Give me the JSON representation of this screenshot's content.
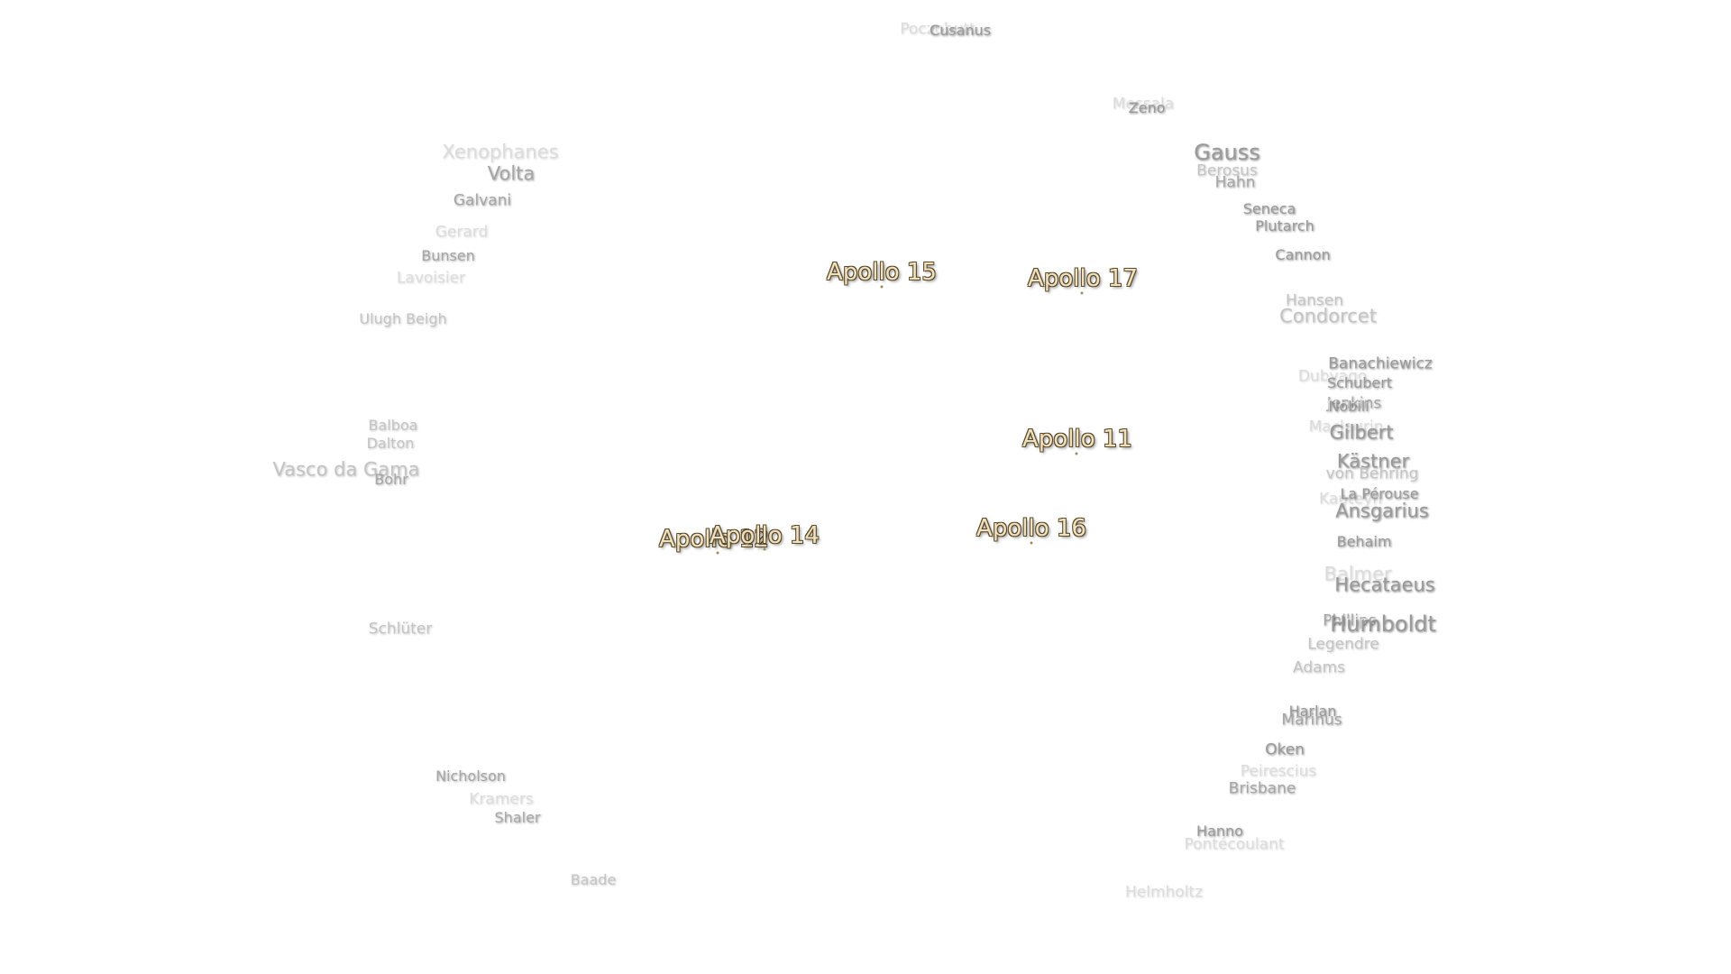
{
  "map": {
    "apollo_sites": [
      {
        "label": "Apollo 15"
      },
      {
        "label": "Apollo 17"
      },
      {
        "label": "Apollo 11"
      },
      {
        "label": "Apollo 16"
      },
      {
        "label": "Apollo 14"
      },
      {
        "label": "Apollo 12"
      }
    ],
    "craters": [
      {
        "label": "Cusanus"
      },
      {
        "label": "Poczobutt"
      },
      {
        "label": "Zeno"
      },
      {
        "label": "Messala"
      },
      {
        "label": "Gauss"
      },
      {
        "label": "Berosus"
      },
      {
        "label": "Hahn"
      },
      {
        "label": "Seneca"
      },
      {
        "label": "Plutarch"
      },
      {
        "label": "Cannon"
      },
      {
        "label": "Hansen"
      },
      {
        "label": "Condorcet"
      },
      {
        "label": "Banachiewicz"
      },
      {
        "label": "Schubert"
      },
      {
        "label": "Dubyago"
      },
      {
        "label": "Jenkins"
      },
      {
        "label": "Nobili"
      },
      {
        "label": "Maclaurin"
      },
      {
        "label": "Gilbert"
      },
      {
        "label": "Kästner"
      },
      {
        "label": "von Behring"
      },
      {
        "label": "La Pérouse"
      },
      {
        "label": "Ansgarius"
      },
      {
        "label": "Kapteyn"
      },
      {
        "label": "Behaim"
      },
      {
        "label": "Balmer"
      },
      {
        "label": "Hecataeus"
      },
      {
        "label": "Phillips"
      },
      {
        "label": "Humboldt"
      },
      {
        "label": "Legendre"
      },
      {
        "label": "Adams"
      },
      {
        "label": "Harlan"
      },
      {
        "label": "Marinus"
      },
      {
        "label": "Oken"
      },
      {
        "label": "Peirescius"
      },
      {
        "label": "Brisbane"
      },
      {
        "label": "Hanno"
      },
      {
        "label": "Pontécoulant"
      },
      {
        "label": "Helmholtz"
      },
      {
        "label": "Xenophanes"
      },
      {
        "label": "Volta"
      },
      {
        "label": "Galvani"
      },
      {
        "label": "Gerard"
      },
      {
        "label": "Bunsen"
      },
      {
        "label": "Lavoisier"
      },
      {
        "label": "Ulugh Beigh"
      },
      {
        "label": "Balboa"
      },
      {
        "label": "Dalton"
      },
      {
        "label": "Vasco da Gama"
      },
      {
        "label": "Bohr"
      },
      {
        "label": "Schlüter"
      },
      {
        "label": "Nicholson"
      },
      {
        "label": "Kramers"
      },
      {
        "label": "Shaler"
      },
      {
        "label": "Baade"
      }
    ]
  }
}
